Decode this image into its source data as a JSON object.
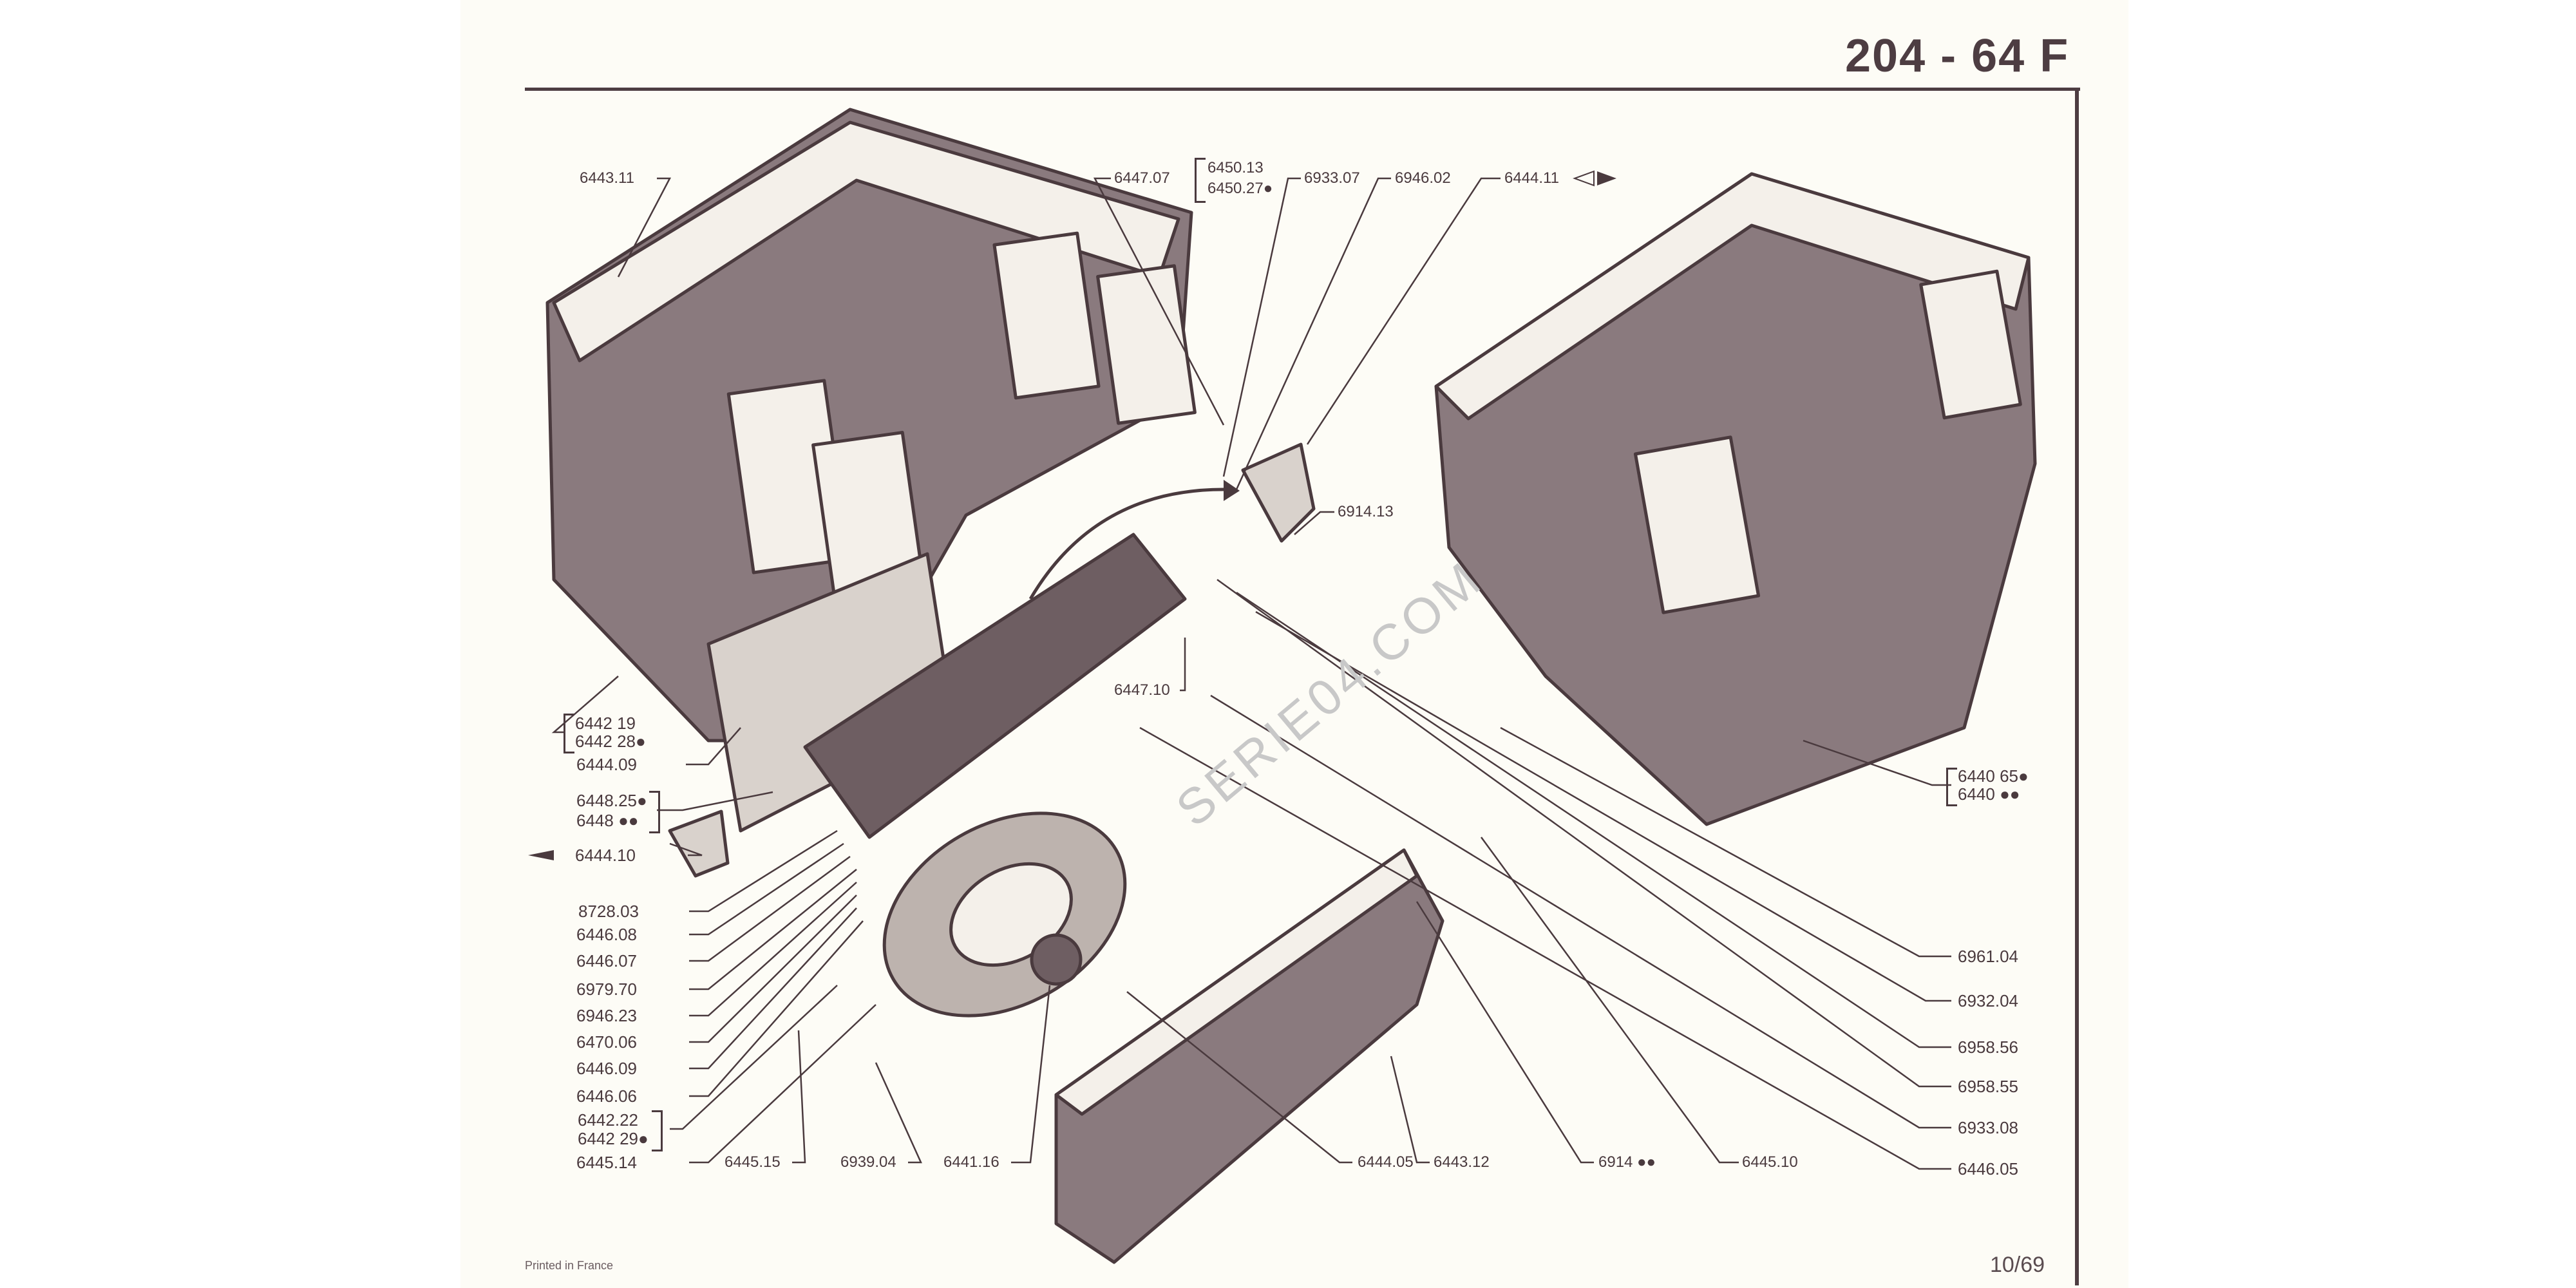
{
  "header": {
    "title": "204 - 64 F"
  },
  "watermark": "SERIE04.COM",
  "footer": {
    "printed": "Printed in France",
    "page": "10/69"
  },
  "labels": {
    "top": {
      "l6443_11": "6443.11",
      "l6447_07": "6447.07",
      "l6450_13": "6450.13",
      "l6450_27": "6450.27●",
      "l6933_07": "6933.07",
      "l6946_02": "6946.02",
      "l6444_11": "6444.11"
    },
    "middle": {
      "l6914_13": "6914.13",
      "l6447_10": "6447.10"
    },
    "left": {
      "l6442_19": "6442 19",
      "l6442_28": "6442 28●",
      "l6444_09": "6444.09",
      "l6448_25": "6448.25●",
      "l6448": "6448 ●●",
      "l6444_10": "6444.10",
      "l8728_03": "8728.03",
      "l6446_08": "6446.08",
      "l6446_07": "6446.07",
      "l6979_70": "6979.70",
      "l6946_23": "6946.23",
      "l6470_06": "6470.06",
      "l6446_09": "6446.09",
      "l6446_06": "6446.06",
      "l6442_22": "6442.22",
      "l6442_29": "6442 29●",
      "l6445_14": "6445.14"
    },
    "bottom": {
      "l6445_15": "6445.15",
      "l6939_04": "6939.04",
      "l6441_16": "6441.16",
      "l6444_05": "6444.05",
      "l6443_12": "6443.12",
      "l6914": "6914 ●●",
      "l6445_10": "6445.10"
    },
    "right": {
      "l6440_65": "6440 65●",
      "l6440": "6440 ●●",
      "l6961_04": "6961.04",
      "l6932_04": "6932.04",
      "l6958_56": "6958.56",
      "l6958_55": "6958.55",
      "l6933_08": "6933.08",
      "l6446_05": "6446.05"
    }
  },
  "colors": {
    "ink": "#4a3a3e",
    "paper": "#fdfcf6",
    "shade": "#8a7a7e",
    "watermark": "#c8c8c8"
  }
}
